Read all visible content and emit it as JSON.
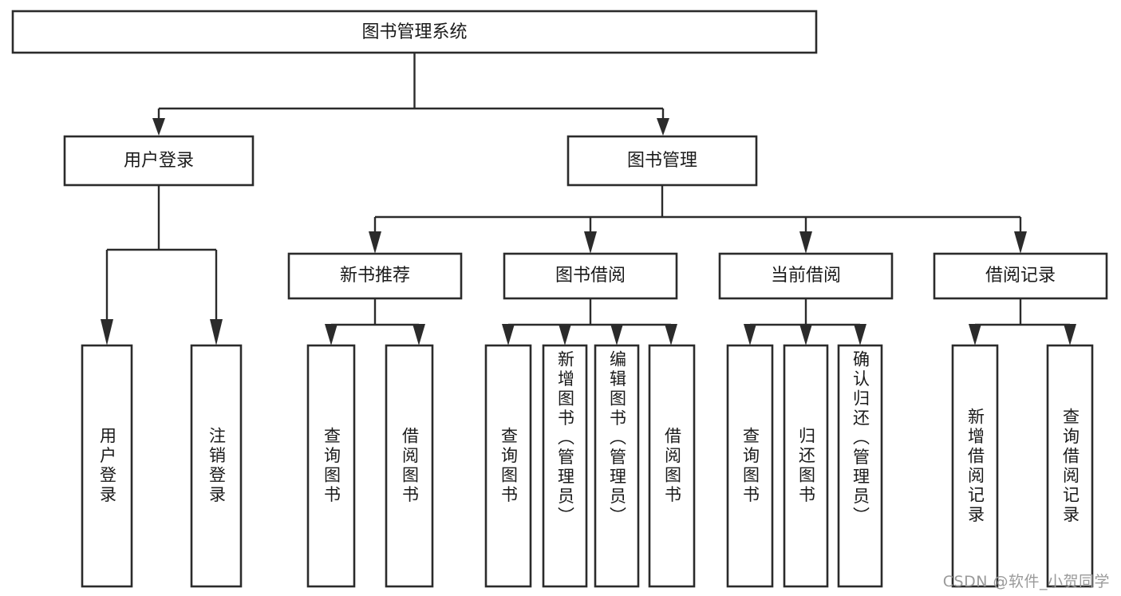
{
  "diagram": {
    "title": "图书管理系统",
    "root": {
      "id": "root",
      "label": "图书管理系统",
      "orientation": "horizontal"
    },
    "level2": [
      {
        "id": "user-login",
        "label": "用户登录",
        "orientation": "horizontal"
      },
      {
        "id": "book-management",
        "label": "图书管理",
        "orientation": "horizontal"
      }
    ],
    "level3": [
      {
        "id": "new-book-recommend",
        "label": "新书推荐",
        "orientation": "horizontal"
      },
      {
        "id": "book-borrow",
        "label": "图书借阅",
        "orientation": "horizontal"
      },
      {
        "id": "current-borrow",
        "label": "当前借阅",
        "orientation": "horizontal"
      },
      {
        "id": "borrow-record",
        "label": "借阅记录",
        "orientation": "horizontal"
      }
    ],
    "leaves": {
      "user_login": [
        {
          "id": "leaf-user-login",
          "label": "用户登录",
          "orientation": "vertical"
        },
        {
          "id": "leaf-logout-login",
          "label": "注销登录",
          "orientation": "vertical"
        }
      ],
      "new_book_recommend": [
        {
          "id": "leaf-query-book-1",
          "label": "查询图书",
          "orientation": "vertical"
        },
        {
          "id": "leaf-borrow-book-1",
          "label": "借阅图书",
          "orientation": "vertical"
        }
      ],
      "book_borrow": [
        {
          "id": "leaf-query-book-2",
          "label": "查询图书",
          "orientation": "vertical"
        },
        {
          "id": "leaf-add-book-admin",
          "label": "新增图书（管理员）",
          "orientation": "vertical"
        },
        {
          "id": "leaf-edit-book-admin",
          "label": "编辑图书（管理员）",
          "orientation": "vertical"
        },
        {
          "id": "leaf-borrow-book-2",
          "label": "借阅图书",
          "orientation": "vertical"
        }
      ],
      "current_borrow": [
        {
          "id": "leaf-query-book-3",
          "label": "查询图书",
          "orientation": "vertical"
        },
        {
          "id": "leaf-return-book",
          "label": "归还图书",
          "orientation": "vertical"
        },
        {
          "id": "leaf-confirm-return-admin",
          "label": "确认归还（管理员）",
          "orientation": "vertical"
        }
      ],
      "borrow_record": [
        {
          "id": "leaf-add-borrow-record",
          "label": "新增借阅记录",
          "orientation": "vertical"
        },
        {
          "id": "leaf-query-borrow-record",
          "label": "查询借阅记录",
          "orientation": "vertical"
        }
      ]
    },
    "colors": {
      "box_stroke": "#2b2b2b",
      "box_fill": "#ffffff",
      "text": "#1a1a1a",
      "connector": "#2b2b2b",
      "watermark": "#9a9a9a",
      "background": "#ffffff"
    }
  },
  "watermark": {
    "text": "CSDN @软件_小贺同学"
  }
}
